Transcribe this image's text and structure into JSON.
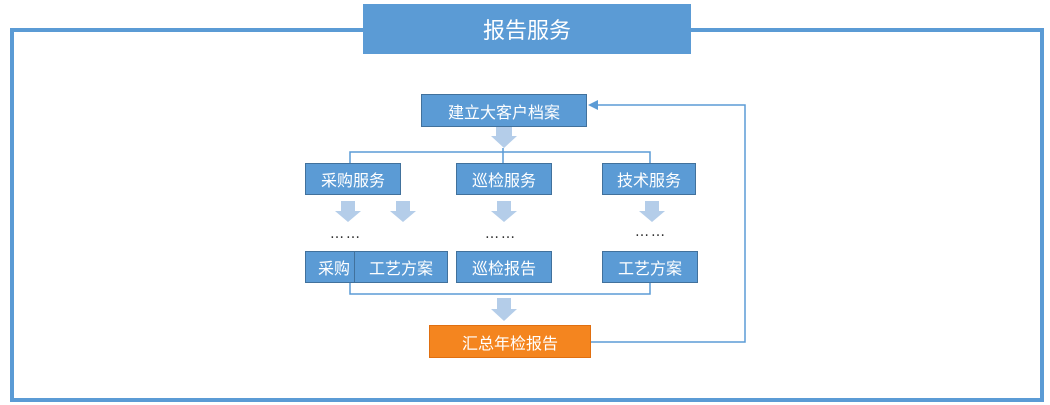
{
  "title": "报告服务",
  "nodes": {
    "archive": "建立大客户档案",
    "purchase": "采购服务",
    "inspection": "巡检服务",
    "tech": "技术服务",
    "purchase_sub1": "采购",
    "process_plan_1": "工艺方案",
    "inspection_report": "巡检报告",
    "process_plan_2": "工艺方案",
    "summary": "汇总年检报告"
  },
  "ellipsis": "……",
  "colors": {
    "node_blue": "#5b9bd5",
    "node_orange": "#f4851f",
    "arrow": "#b4cde9",
    "line": "#5b9bd5"
  }
}
